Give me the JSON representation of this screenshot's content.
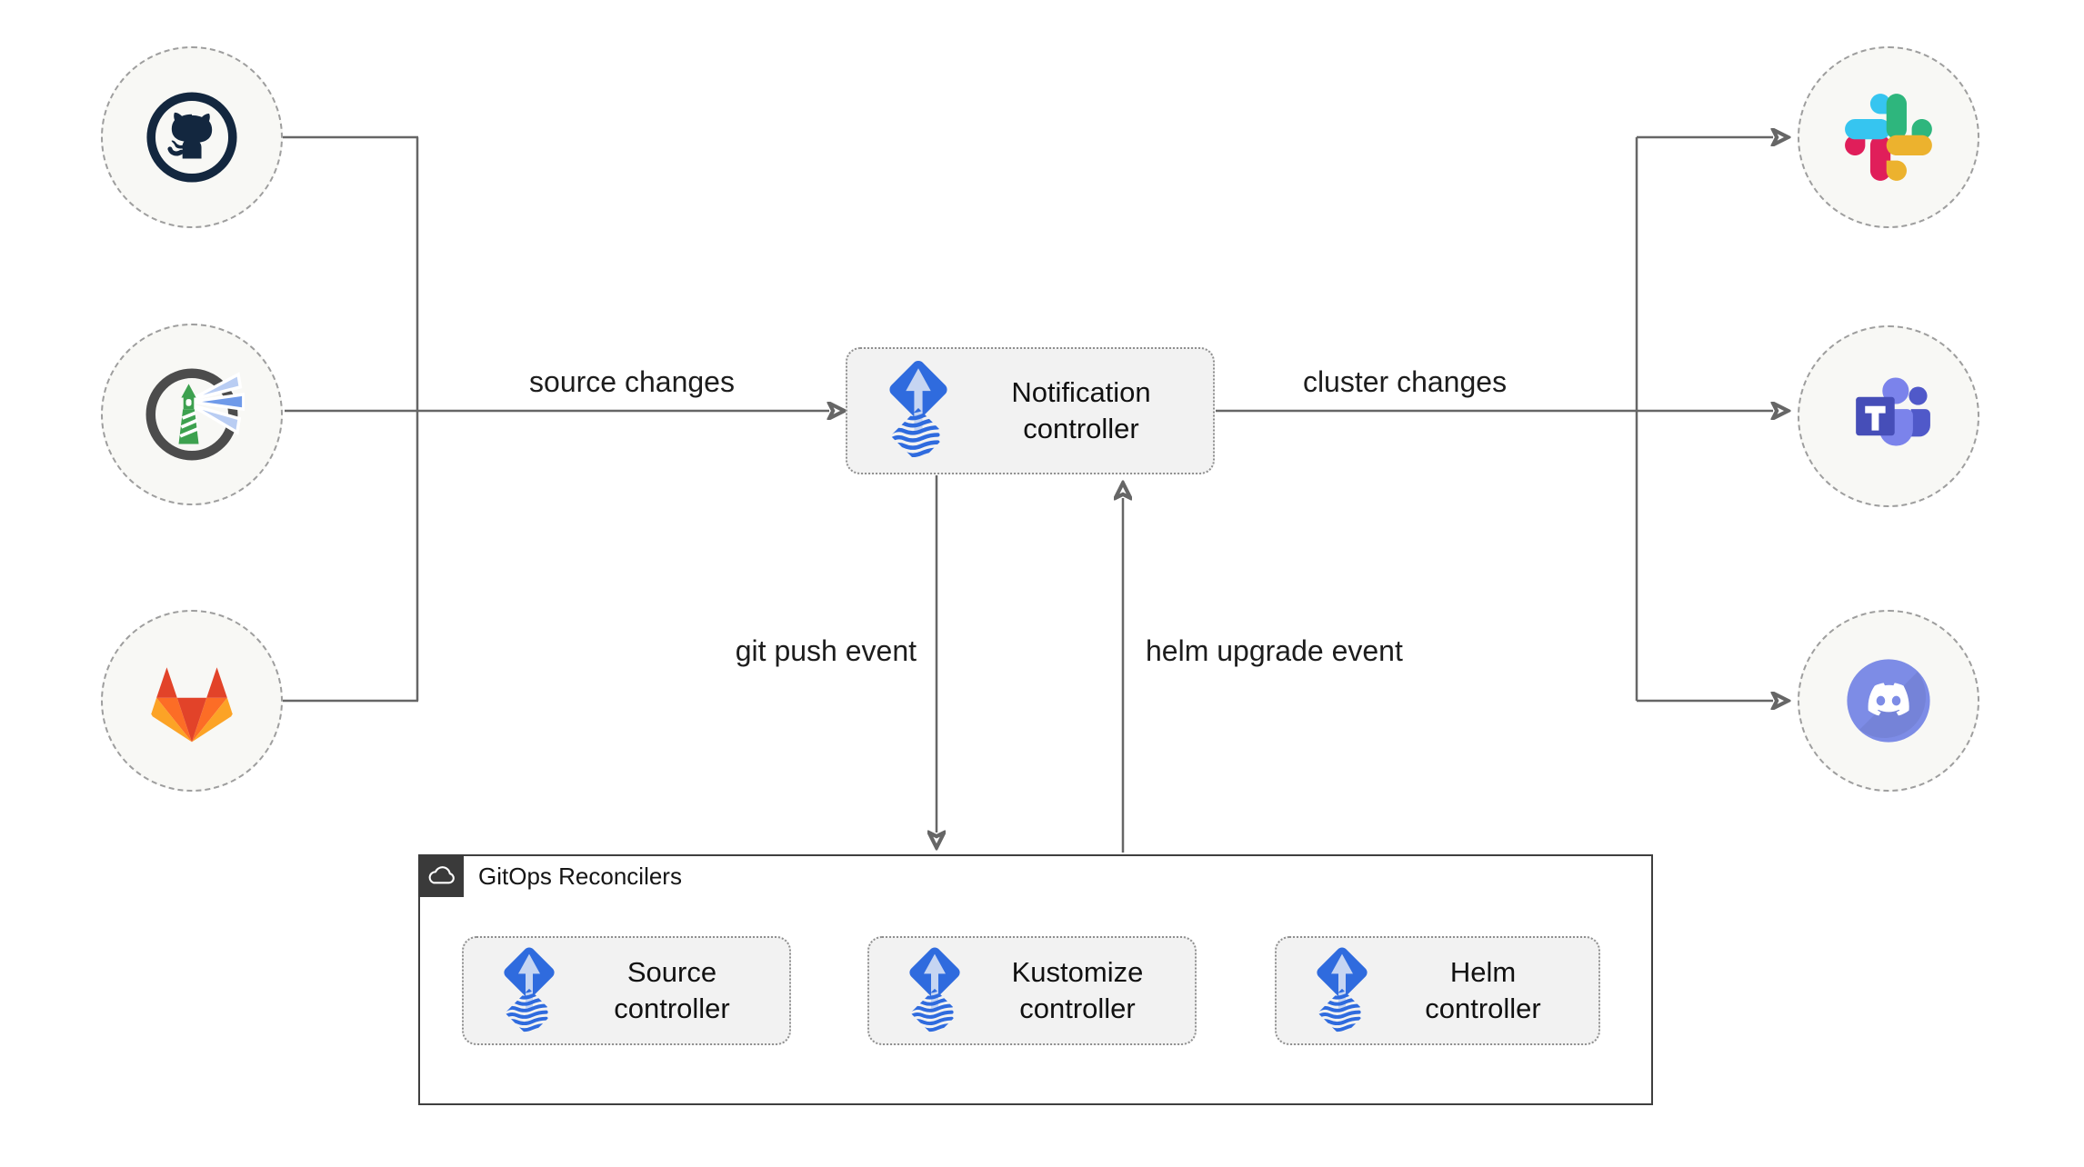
{
  "diagram": {
    "kind": "flux-notification-architecture",
    "nodes": {
      "notification_controller": {
        "label": "Notification\ncontroller",
        "icon": "flux-icon"
      },
      "reconcilers_group": {
        "title": "GitOps Reconcilers",
        "icon": "cloud-icon"
      },
      "source_controller": {
        "label": "Source\ncontroller",
        "icon": "flux-icon"
      },
      "kustomize_controller": {
        "label": "Kustomize\ncontroller",
        "icon": "flux-icon"
      },
      "helm_controller": {
        "label": "Helm\ncontroller",
        "icon": "flux-icon"
      }
    },
    "sources": {
      "items": [
        {
          "icon": "github-icon"
        },
        {
          "icon": "harbor-icon"
        },
        {
          "icon": "gitlab-icon"
        }
      ]
    },
    "providers": {
      "items": [
        {
          "icon": "slack-icon"
        },
        {
          "icon": "teams-icon"
        },
        {
          "icon": "discord-icon"
        }
      ]
    },
    "edges": {
      "source_changes": {
        "label": "source changes"
      },
      "cluster_changes": {
        "label": "cluster changes"
      },
      "git_push_event": {
        "label": "git push event"
      },
      "helm_upgrade_event": {
        "label": "helm upgrade event"
      }
    },
    "colors": {
      "line": "#666666",
      "node_fill": "#f2f2f2",
      "node_border": "#8f8f8f",
      "circle_fill": "#f8f8f5",
      "circle_border": "#9e9e9e",
      "group_border": "#3f3f3f",
      "badge_bg": "#3a3a3a",
      "flux_blue": "#2f6bde",
      "flux_light": "#c6d5f2",
      "github_dark": "#13273f",
      "harbor_ring": "#4c4c4c",
      "harbor_green": "#3da14f",
      "harbor_beam_light": "#b9cdf3",
      "harbor_beam_dark": "#6f9ae9",
      "gitlab_red": "#e24329",
      "gitlab_orange": "#fc6d26",
      "gitlab_yellow": "#fca326",
      "slack_blue": "#36C5F0",
      "slack_green": "#2EB67D",
      "slack_yellow": "#ECB22E",
      "slack_red": "#E01E5A",
      "teams_dark": "#464EB8",
      "teams_mid": "#7B83EB",
      "teams_deep": "#5059C9",
      "discord_bg": "#7d8ce6"
    }
  }
}
